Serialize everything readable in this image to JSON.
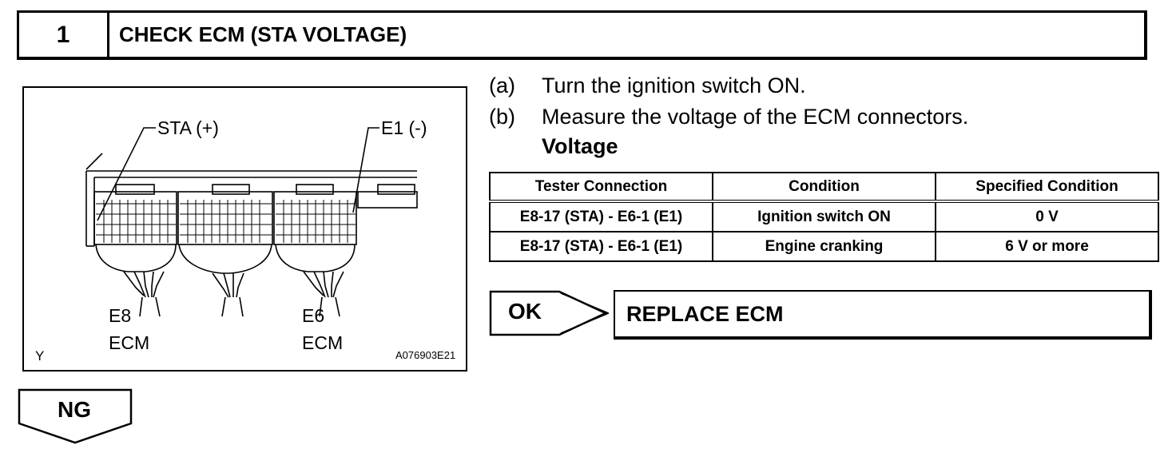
{
  "step": {
    "number": "1",
    "title": "CHECK ECM (STA VOLTAGE)"
  },
  "figure": {
    "label_sta": "STA (+)",
    "label_e1": "E1 (-)",
    "connector_e8_line1": "E8",
    "connector_e8_line2": "ECM",
    "connector_e6_line1": "E6",
    "connector_e6_line2": "ECM",
    "corner_mark": "Y",
    "figure_id": "A076903E21"
  },
  "instructions": [
    {
      "letter": "(a)",
      "text": "Turn the ignition switch ON."
    },
    {
      "letter": "(b)",
      "text": "Measure the voltage of the ECM connectors."
    }
  ],
  "subheading": "Voltage",
  "table": {
    "headers": [
      "Tester Connection",
      "Condition",
      "Specified Condition"
    ],
    "rows": [
      [
        "E8-17 (STA) - E6-1 (E1)",
        "Ignition switch ON",
        "0 V"
      ],
      [
        "E8-17 (STA) - E6-1 (E1)",
        "Engine cranking",
        "6 V or more"
      ]
    ]
  },
  "ok_result": {
    "label": "OK",
    "action": "REPLACE ECM"
  },
  "ng_result": {
    "label": "NG"
  }
}
